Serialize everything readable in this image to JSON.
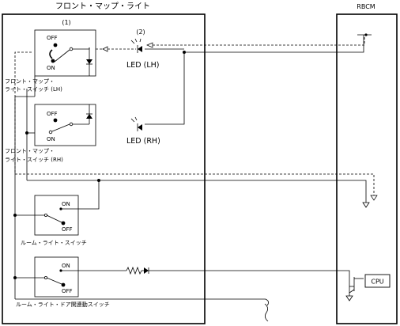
{
  "titles": {
    "module": "フロント・マップ・ライト",
    "rbcm": "RBCM"
  },
  "callouts": {
    "c1": "(1)",
    "c2": "(2)"
  },
  "switches": {
    "map_lh": {
      "off": "OFF",
      "on": "ON",
      "name_line1": "フロント・マップ・",
      "name_line2": "ライト・スイッチ (LH)"
    },
    "map_rh": {
      "off": "OFF",
      "on": "ON",
      "name_line1": "フロント・マップ・",
      "name_line2": "ライト・スイッチ (RH)"
    },
    "room": {
      "on": "ON",
      "off": "OFF",
      "name": "ルーム・ライト・スイッチ"
    },
    "door": {
      "on": "ON",
      "off": "OFF",
      "name": "ルーム・ライト・ドア開連動スイッチ"
    }
  },
  "leds": {
    "lh": "LED (LH)",
    "rh": "LED (RH)"
  },
  "cpu": "CPU"
}
